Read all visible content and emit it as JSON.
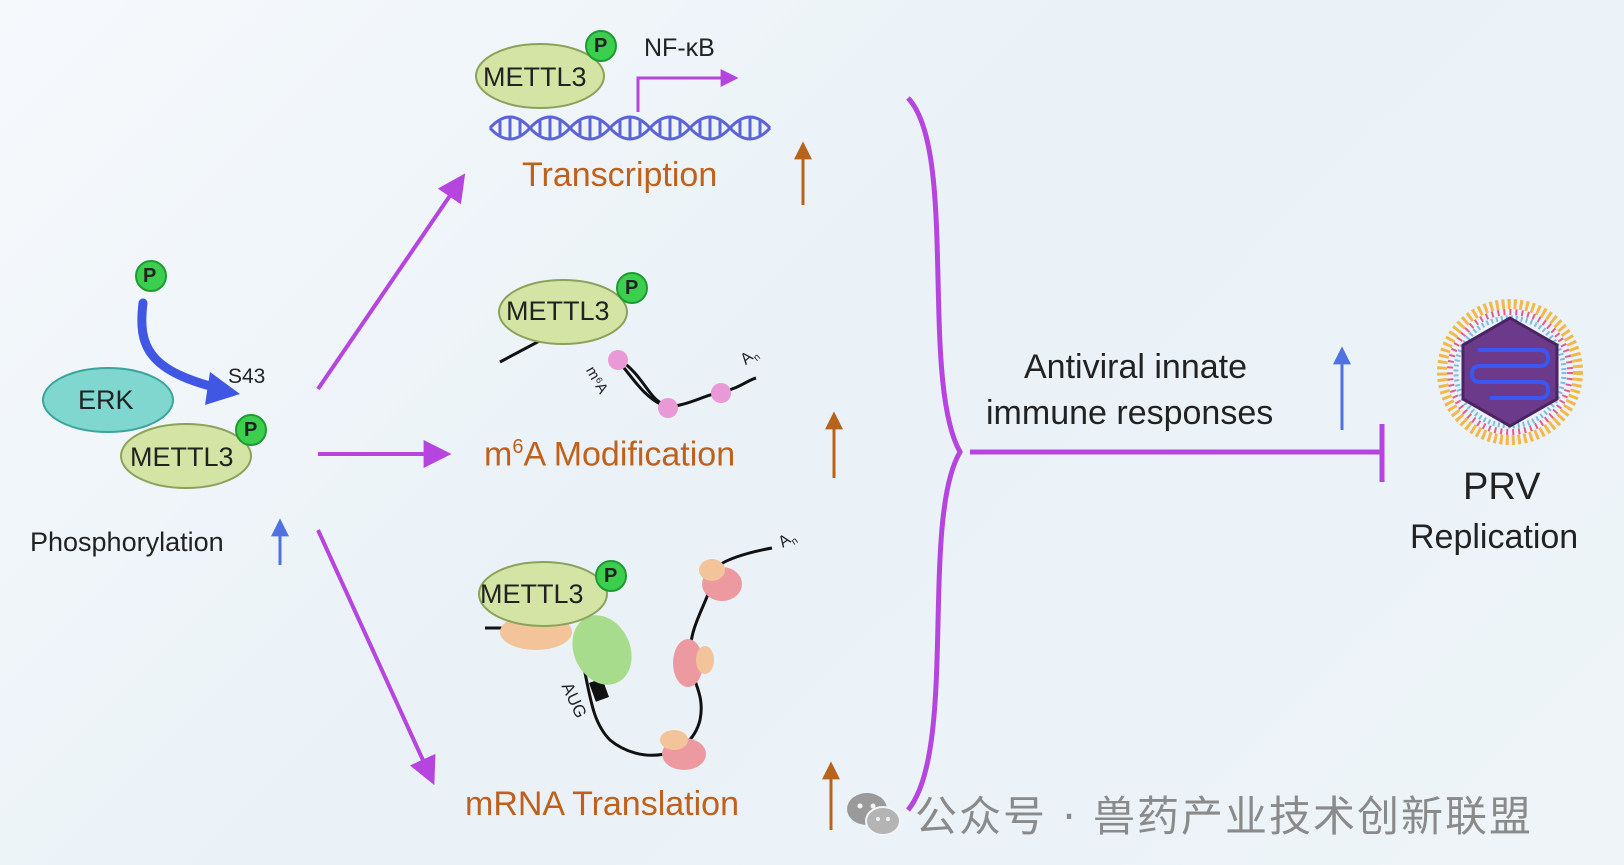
{
  "phosphate_label": "P",
  "left": {
    "erk": "ERK",
    "site": "S43",
    "mettl3": "METTL3",
    "caption": "Phosphorylation"
  },
  "panels": {
    "transcription": {
      "protein": "METTL3",
      "gene": "NF-κB",
      "caption": "Transcription"
    },
    "m6a": {
      "protein": "METTL3",
      "mark": "m⁶A",
      "tail": "A",
      "tail_sub": "n",
      "caption_prefix": "m",
      "caption_sup": "6",
      "caption_rest": "A Modification"
    },
    "translation": {
      "protein": "METTL3",
      "codon": "AUG",
      "tail": "A",
      "tail_sub": "n",
      "caption": "mRNA Translation"
    }
  },
  "right": {
    "response_line1": "Antiviral innate",
    "response_line2": "immune responses",
    "outcome_line1": "PRV",
    "outcome_line2": "Replication"
  },
  "watermark": {
    "text": "公众号 · 兽药产业技术创新联盟",
    "icon": "wechat-icon"
  },
  "colors": {
    "magenta_arrow": "#b645e0",
    "up_orange": "#b8631c",
    "up_blue": "#4f72e0",
    "phosphate_green": "#3ccf4e",
    "mettl3_fill": "#d3e4a4",
    "erk_fill": "#7fd7cf",
    "ribosome_orange": "#f3c49a",
    "ribosome_pink": "#ec9aa0",
    "m6a_dot": "#e99ad6",
    "dna_blue": "#5b63d8"
  }
}
